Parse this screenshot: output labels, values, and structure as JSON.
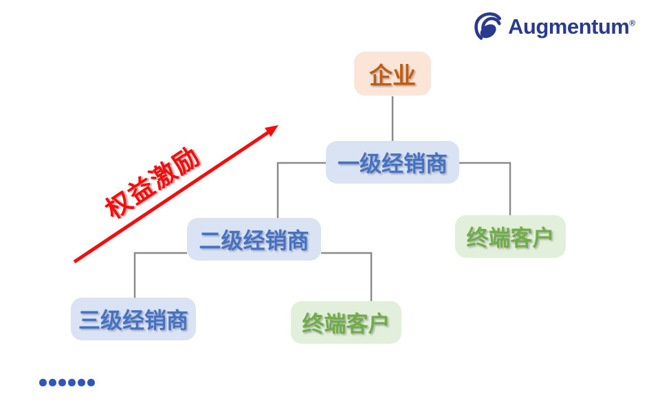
{
  "page": {
    "background": "#ffffff"
  },
  "logo": {
    "brand": "Augmentum",
    "registered": "®",
    "color": "#293a90",
    "icon": "swirl-logo-icon"
  },
  "arrow": {
    "label": "权益激励",
    "color": "#f80b0b",
    "direction": "up-right"
  },
  "connectors": {
    "color": "#8a8a8a"
  },
  "nodes": [
    {
      "id": "enterprise",
      "label": "企业",
      "bg": "#fbe5d6",
      "fg": "#c55a11"
    },
    {
      "id": "tier1-distributor",
      "label": "一级经销商",
      "bg": "#dae3f3",
      "fg": "#4472c4"
    },
    {
      "id": "tier2-distributor",
      "label": "二级经销商",
      "bg": "#dae3f3",
      "fg": "#4472c4"
    },
    {
      "id": "tier3-distributor",
      "label": "三级经销商",
      "bg": "#dae3f3",
      "fg": "#4472c4"
    },
    {
      "id": "end-customer-1",
      "label": "终端客户",
      "bg": "#e2efda",
      "fg": "#70ad47"
    },
    {
      "id": "end-customer-2",
      "label": "终端客户",
      "bg": "#e2efda",
      "fg": "#70ad47"
    }
  ],
  "ellipsis": {
    "label": "......",
    "color": "#3056b9"
  }
}
